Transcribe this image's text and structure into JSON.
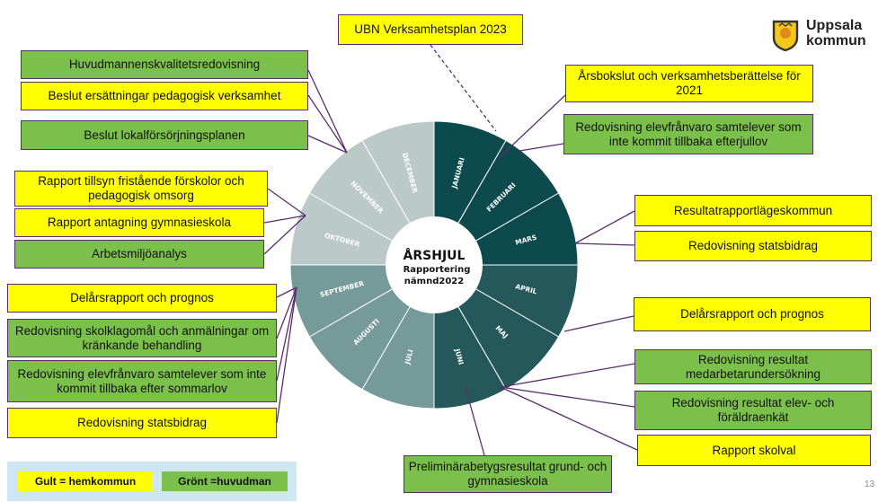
{
  "center": {
    "title": "ÅRSHJUL",
    "subtitle1": "Rapportering",
    "subtitle2": "nämnd2022"
  },
  "months": [
    "JANUARI",
    "FEBRUARI",
    "MARS",
    "APRIL",
    "MAJ",
    "JUNI",
    "JULI",
    "AUGUSTI",
    "SEPTEMBER",
    "OKTOBER",
    "NOVEMBER",
    "DECEMBER"
  ],
  "colors": {
    "yellow": "#ffff00",
    "green": "#7cc04c",
    "border": "#5a2d6e",
    "q1": "#0d4a4e",
    "q2": "#24585b",
    "q3": "#76999a",
    "q4": "#bcc9c9"
  },
  "boxes": {
    "ubn": "UBN Verksamhetsplan 2023",
    "huvudmannen": "Huvudmannenskvalitetsredovisning",
    "beslut_ers": "Beslut ersättningar pedagogisk verksamhet",
    "beslut_lokal": "Beslut lokalförsörjningsplanen",
    "arsbokslut": "Årsbokslut och verksamhetsberättelse för 2021",
    "franvaro_jan": "Redovisning elevfrånvaro samtelever som inte kommit tillbaka efterjullov",
    "tillsyn": "Rapport tillsyn fristående förskolor och pedagogisk omsorg",
    "antagning": "Rapport antagning gymnasieskola",
    "arbetsmiljo": "Arbetsmiljöanalys",
    "resultatrapport": "Resultatrapportlägeskommun",
    "statsbidrag_mars": "Redovisning statsbidrag",
    "delars_left": "Delårsrapport och prognos",
    "klagomal": "Redovisning skolklagomål och anmälningar om kränkande behandling",
    "franvaro_aug": "Redovisning elevfrånvaro samtelever som inte kommit tillbaka efter sommarlov",
    "statsbidrag_left": "Redovisning statsbidrag",
    "delars_right": "Delårsrapport och prognos",
    "medarbetar": "Redovisning resultat medarbetarundersökning",
    "elevenkat": "Redovisning resultat elev- och föräldraenkät",
    "skolval": "Rapport skolval",
    "betyg": "Preliminärabetygsresultat grund- och gymnasieskola"
  },
  "legend": {
    "yellow_label": "Gult = hemkommun",
    "green_label": "Grönt =huvudman"
  },
  "logo": {
    "line1": "Uppsala",
    "line2": "kommun"
  },
  "page_number": "13"
}
